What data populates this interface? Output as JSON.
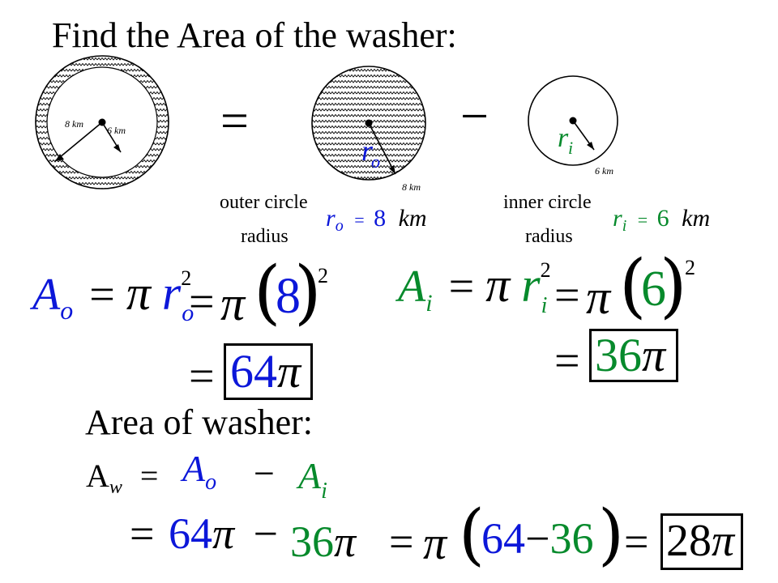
{
  "title": "Find the Area of the washer:",
  "fig": {
    "washer_label_outer": "8 km",
    "washer_label_inner": "6 km",
    "equals_sign": "=",
    "minus_sign": "−",
    "ro_symbol": "r",
    "ro_sub": "o",
    "ro_label": "8 km",
    "ri_symbol": "r",
    "ri_sub": "i",
    "ri_label": "6 km"
  },
  "outer": {
    "caption_1": "outer circle",
    "caption_2": "radius",
    "r": "r",
    "r_sub": "o",
    "eq": "=",
    "value": "8",
    "unit": "km"
  },
  "inner": {
    "caption_1": "inner circle",
    "caption_2": "radius",
    "r": "r",
    "r_sub": "i",
    "eq": "=",
    "value": "6",
    "unit": "km"
  },
  "formula_outer": {
    "A": "A",
    "A_sub": "o",
    "eq1": "=",
    "pi": "π",
    "r": "r",
    "r_sub": "o",
    "exp": "2",
    "eq2": "=",
    "pi2": "π",
    "lparen": "(",
    "value": "8",
    "rparen": ")",
    "exp2": "2",
    "eq3": "=",
    "result": "64",
    "result_pi": "π"
  },
  "formula_inner": {
    "A": "A",
    "A_sub": "i",
    "eq1": "=",
    "pi": "π",
    "r": "r",
    "r_sub": "i",
    "exp": "2",
    "eq2": "=",
    "pi2": "π",
    "lparen": "(",
    "value": "6",
    "rparen": ")",
    "exp2": "2",
    "eq3": "=",
    "result": "36",
    "result_pi": "π"
  },
  "washer": {
    "heading": "Area of washer:",
    "Aw": "A",
    "Aw_sub": "w",
    "eq": "=",
    "Ao": "A",
    "Ao_sub": "o",
    "minus": "−",
    "Ai": "A",
    "Ai_sub": "i",
    "eq2": "=",
    "v64": "64",
    "pi_a": "π",
    "minus2": "−",
    "v36": "36",
    "pi_b": "π",
    "eq3": "=",
    "pi_c": "π",
    "lparen": "(",
    "v64b": "64",
    "minus3": "−",
    "v36b": "36",
    "rparen": ")",
    "eq4": "=",
    "final": "28",
    "final_pi": "π"
  },
  "colors": {
    "outer": "#0c17d9",
    "inner": "#078a2c",
    "text": "#000000"
  }
}
